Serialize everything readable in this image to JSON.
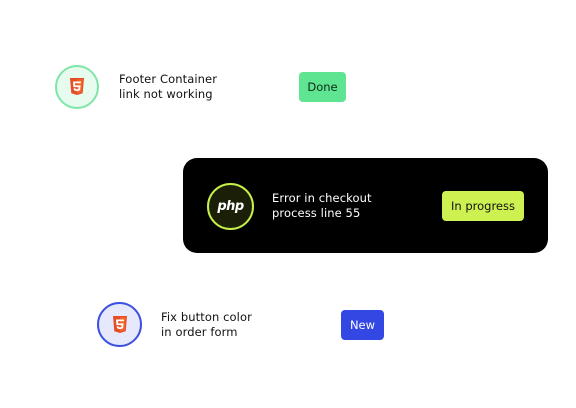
{
  "tasks": [
    {
      "icon": "html5-icon",
      "title_line1": "Footer Container",
      "title_line2": "link not working",
      "status": "Done",
      "status_color": "#5fe592"
    },
    {
      "icon": "php-icon",
      "icon_label": "php",
      "title_line1": "Error in checkout",
      "title_line2": "process line 55",
      "status": "In progress",
      "status_color": "#cdf150",
      "card_color": "#000000"
    },
    {
      "icon": "html5-icon",
      "title_line1": "Fix button color",
      "title_line2": "in order form",
      "status": "New",
      "status_color": "#3347e3"
    }
  ]
}
